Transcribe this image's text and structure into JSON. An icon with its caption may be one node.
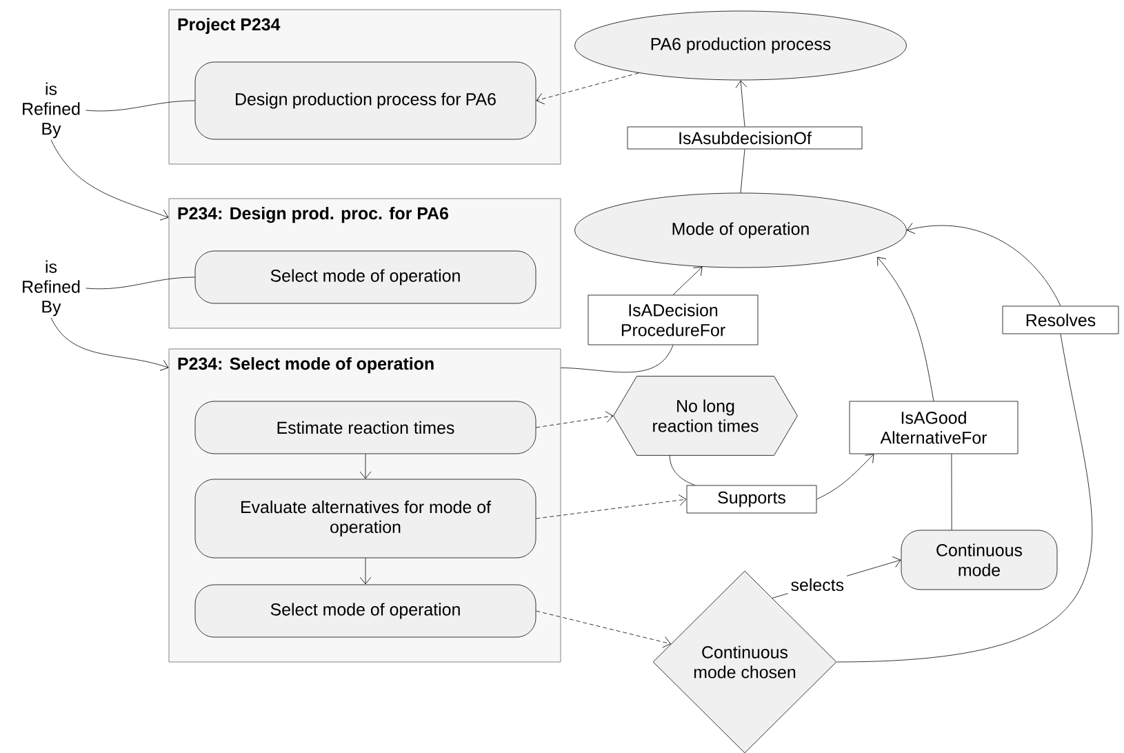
{
  "diagram": {
    "nodes": [
      {
        "text": [
          "Project P234"
        ]
      },
      {
        "text": [
          "Design production process for PA6"
        ],
        "in": 0
      },
      {
        "text": [
          "P234: Design prod. proc. for PA6"
        ]
      },
      {
        "text": [
          "Select mode of operation"
        ],
        "in": 2
      },
      {
        "text": [
          "P234: Select mode of operation"
        ]
      },
      {
        "text": [
          "Estimate reaction times"
        ],
        "in": 4
      },
      {
        "text": [
          "Evaluate alternatives for mode of operation"
        ],
        "in": 4
      },
      {
        "text": [
          "Select mode of operation"
        ],
        "in": 4
      },
      {
        "text": [
          "PA6 production process"
        ]
      },
      {
        "text": [
          "IsAsubdecisionOf"
        ]
      },
      {
        "text": [
          "Mode of operation"
        ]
      },
      {
        "text": [
          "IsADecision ProcedureFor"
        ]
      },
      {
        "text": [
          "Resolves"
        ]
      },
      {
        "text": [
          "No long reaction times"
        ]
      },
      {
        "text": [
          "IsAGood AlternativeFor"
        ]
      },
      {
        "text": [
          "Supports"
        ]
      },
      {
        "text": [
          "Continuous mode"
        ]
      },
      {
        "text": [
          "Continuous mode chosen"
        ]
      },
      {
        "text": [
          "is Refined By"
        ]
      },
      {
        "text": [
          "is Refined By"
        ]
      }
    ],
    "edges": [
      {
        "from": 1,
        "to": 18,
        "arrow": "none"
      },
      {
        "from": 18,
        "to": 2,
        "arrow": "to"
      },
      {
        "from": 3,
        "to": 19,
        "arrow": "none"
      },
      {
        "from": 19,
        "to": 4,
        "arrow": "to"
      },
      {
        "from": 8,
        "to": 1,
        "arrow": "to",
        "style": "dashed"
      },
      {
        "from": 10,
        "to": 9,
        "arrow": "none"
      },
      {
        "from": 9,
        "to": 8,
        "arrow": "to"
      },
      {
        "from": 4,
        "to": 11,
        "arrow": "none"
      },
      {
        "from": 11,
        "to": 10,
        "arrow": "to"
      },
      {
        "from": 5,
        "to": 13,
        "arrow": "to",
        "style": "dashed"
      },
      {
        "from": 13,
        "to": 15,
        "arrow": "none"
      },
      {
        "from": 6,
        "to": 15,
        "arrow": "to",
        "style": "dashed"
      },
      {
        "from": 15,
        "to": 14,
        "arrow": "to"
      },
      {
        "from": 16,
        "to": 14,
        "arrow": "none"
      },
      {
        "from": 14,
        "to": 10,
        "arrow": "to"
      },
      {
        "from": 7,
        "to": 17,
        "arrow": "to",
        "style": "dashed"
      },
      {
        "from": 17,
        "to": 16,
        "arrow": "to",
        "label": "selects"
      },
      {
        "from": 17,
        "to": 12,
        "arrow": "none"
      },
      {
        "from": 12,
        "to": 10,
        "arrow": "to"
      },
      {
        "from": 5,
        "to": 6,
        "arrow": "to"
      },
      {
        "from": 6,
        "to": 7,
        "arrow": "to"
      }
    ]
  }
}
